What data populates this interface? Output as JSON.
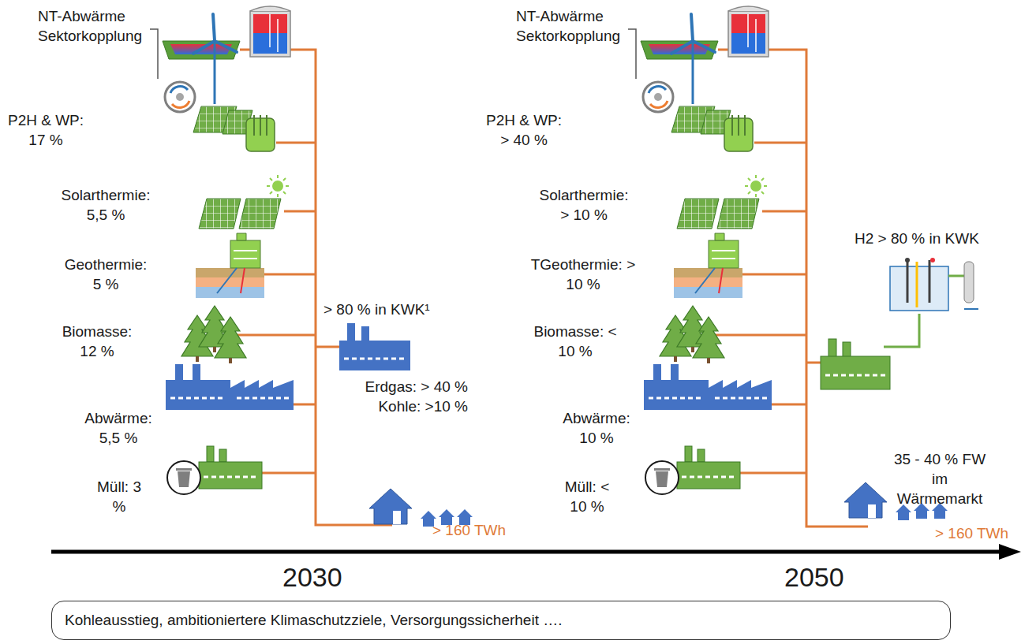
{
  "diagram": {
    "nodes": [
      {
        "text": [
          "Kohleausstieg, ambitioniertere Klimaschutzziele, Versorgungssicherheit …."
        ]
      }
    ],
    "labels": [
      "NT-Abwärme Sektorkopplung",
      "P2H & WP: 17 %",
      "Solarthermie: 5,5 %",
      "Geothermie: 5 %",
      "> 80 % in KWK¹",
      "Biomasse: 12 %",
      "Erdgas: > 40 %",
      "Kohle: >10 %",
      "Abwärme: 5,5 %",
      "Müll: 3 %",
      "> 160 TWh",
      "2030",
      "NT-Abwärme Sektorkopplung",
      "P2H & WP: > 40 %",
      "Solarthermie: > 10 %",
      "H2 > 80 % in KWK",
      "TGeothermie: > 10 %",
      "Biomasse: < 10 %",
      "35 - 40 % FW im Wärmemarkt",
      "Abwärme: 10 %",
      "Müll: < 10 %",
      "> 160 TWh",
      "2050"
    ]
  }
}
